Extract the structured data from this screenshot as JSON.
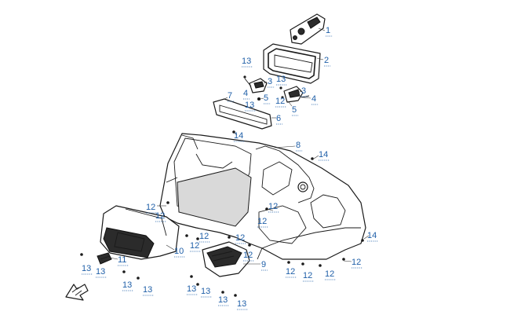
{
  "callouts": [
    {
      "id": "c1",
      "text": "1"
    },
    {
      "id": "c2",
      "text": "2"
    },
    {
      "id": "c3a",
      "text": "3"
    },
    {
      "id": "c3b",
      "text": "3"
    },
    {
      "id": "c4a",
      "text": "4"
    },
    {
      "id": "c4b",
      "text": "4"
    },
    {
      "id": "c5a",
      "text": "5"
    },
    {
      "id": "c5b",
      "text": "5"
    },
    {
      "id": "c6",
      "text": "6"
    },
    {
      "id": "c7",
      "text": "7"
    },
    {
      "id": "c8",
      "text": "8"
    },
    {
      "id": "c9",
      "text": "9"
    },
    {
      "id": "c10",
      "text": "10"
    },
    {
      "id": "c11",
      "text": "11"
    },
    {
      "id": "c12a",
      "text": "12"
    },
    {
      "id": "c12b",
      "text": "12"
    },
    {
      "id": "c12c",
      "text": "12"
    },
    {
      "id": "c12d",
      "text": "12"
    },
    {
      "id": "c12e",
      "text": "12"
    },
    {
      "id": "c12f",
      "text": "12"
    },
    {
      "id": "c12g",
      "text": "12"
    },
    {
      "id": "c12h",
      "text": "12"
    },
    {
      "id": "c12i",
      "text": "12"
    },
    {
      "id": "c12j",
      "text": "12"
    },
    {
      "id": "c12k",
      "text": "12"
    },
    {
      "id": "c12l",
      "text": "12"
    },
    {
      "id": "c12m",
      "text": "12"
    },
    {
      "id": "c13a",
      "text": "13"
    },
    {
      "id": "c13b",
      "text": "13"
    },
    {
      "id": "c13c",
      "text": "13"
    },
    {
      "id": "c13d",
      "text": "13"
    },
    {
      "id": "c13e",
      "text": "13"
    },
    {
      "id": "c13f",
      "text": "13"
    },
    {
      "id": "c13g",
      "text": "13"
    },
    {
      "id": "c13h",
      "text": "13"
    },
    {
      "id": "c13i",
      "text": "13"
    },
    {
      "id": "c13j",
      "text": "13"
    },
    {
      "id": "c13k",
      "text": "13"
    },
    {
      "id": "c13l",
      "text": "13"
    },
    {
      "id": "c14a",
      "text": "14"
    },
    {
      "id": "c14b",
      "text": "14"
    },
    {
      "id": "c14c",
      "text": "14"
    }
  ],
  "colors": {
    "callout": "#1f5fa8",
    "line": "#1a1a1a",
    "background": "#ffffff"
  },
  "icons": {
    "front_arrow": "direction-arrow-icon"
  }
}
